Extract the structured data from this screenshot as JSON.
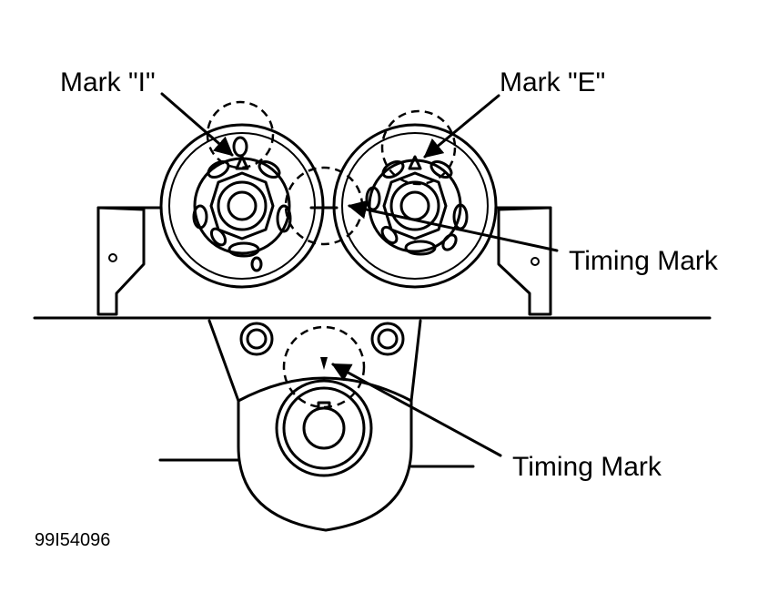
{
  "labels": {
    "mark_i": "Mark \"I\"",
    "mark_e": "Mark \"E\"",
    "timing_mark_cam": "Timing Mark",
    "timing_mark_crank": "Timing Mark",
    "figure_code": "99I54096"
  }
}
